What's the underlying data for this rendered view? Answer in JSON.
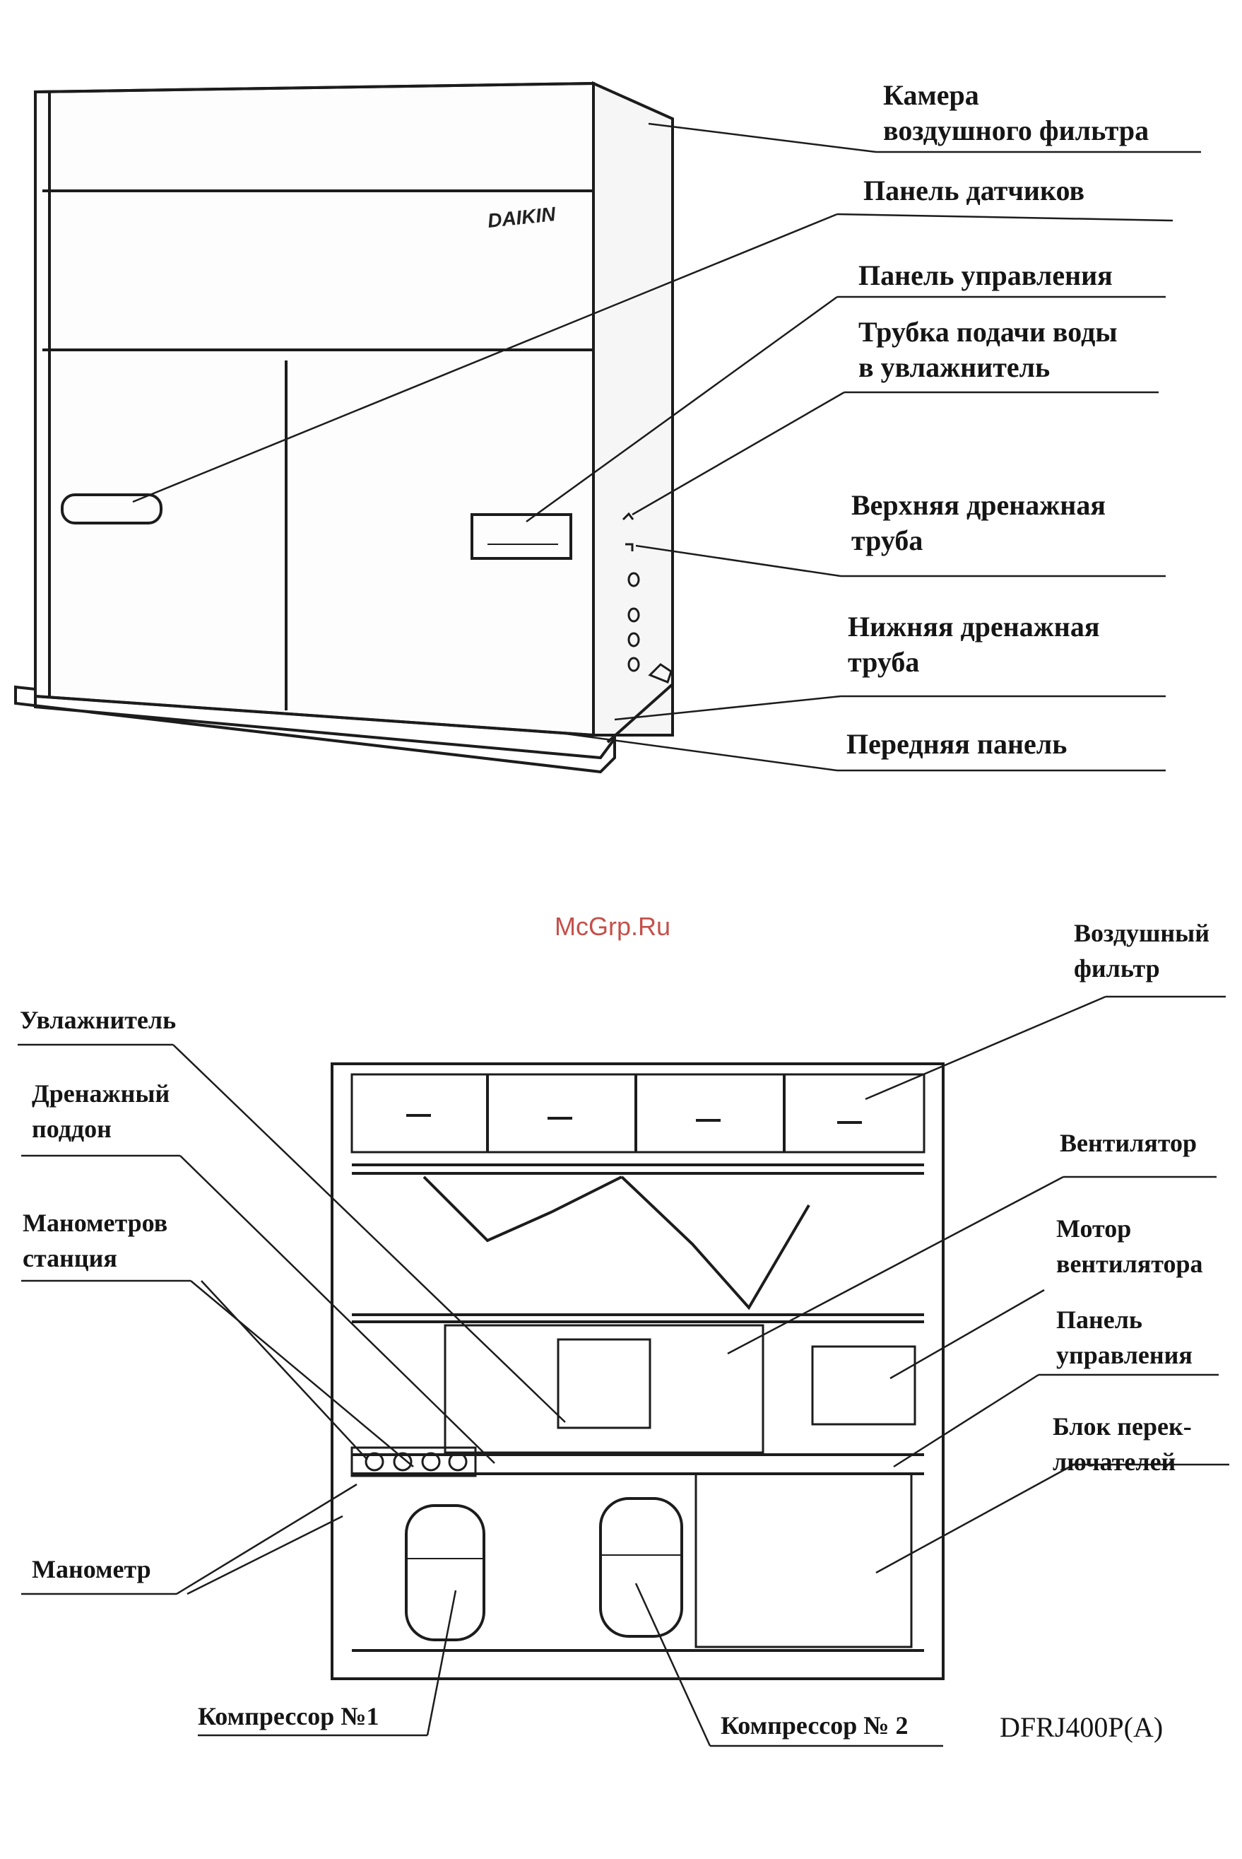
{
  "top_labels": [
    {
      "id": "air-filter-chamber",
      "lines": [
        "Камера",
        "воздушного фильтра"
      ]
    },
    {
      "id": "sensor-panel",
      "lines": [
        "Панель датчиков"
      ]
    },
    {
      "id": "control-panel-top",
      "lines": [
        "Панель управления"
      ]
    },
    {
      "id": "humidifier-water-tube",
      "lines": [
        "Трубка подачи воды",
        "в увлажнитель"
      ]
    },
    {
      "id": "upper-drain-pipe",
      "lines": [
        "Верхняя дренажная",
        "труба"
      ]
    },
    {
      "id": "lower-drain-pipe",
      "lines": [
        "Нижняя дренажная",
        "труба"
      ]
    },
    {
      "id": "front-panel",
      "lines": [
        "Передняя панель"
      ]
    }
  ],
  "bottom_labels": [
    {
      "id": "air-filter",
      "lines": [
        "Воздушный",
        "фильтр"
      ]
    },
    {
      "id": "humidifier",
      "lines": [
        "Увлажнитель"
      ]
    },
    {
      "id": "drain-pan",
      "lines": [
        "Дренажный",
        "поддон"
      ]
    },
    {
      "id": "fan",
      "lines": [
        "Вентилятор"
      ]
    },
    {
      "id": "gauge-station",
      "lines": [
        "Манометров",
        "станция"
      ]
    },
    {
      "id": "fan-motor",
      "lines": [
        "Мотор",
        "вентилятора"
      ]
    },
    {
      "id": "control-panel-bottom",
      "lines": [
        "Панель",
        "управления"
      ]
    },
    {
      "id": "switch-block",
      "lines": [
        "Блок перек-",
        "лючателей"
      ]
    },
    {
      "id": "pressure-gauge",
      "lines": [
        "Манометр"
      ]
    },
    {
      "id": "compressor-1",
      "lines": [
        "Компрессор №1"
      ]
    },
    {
      "id": "compressor-2",
      "lines": [
        "Компрессор № 2"
      ]
    }
  ],
  "brand_text": "DAIKIN",
  "watermark": "McGrp.Ru",
  "model_code": "DFRJ400P(A)",
  "colors": {
    "ink": "#151515",
    "paper": "#ffffff",
    "watermark": "#c4504a"
  }
}
